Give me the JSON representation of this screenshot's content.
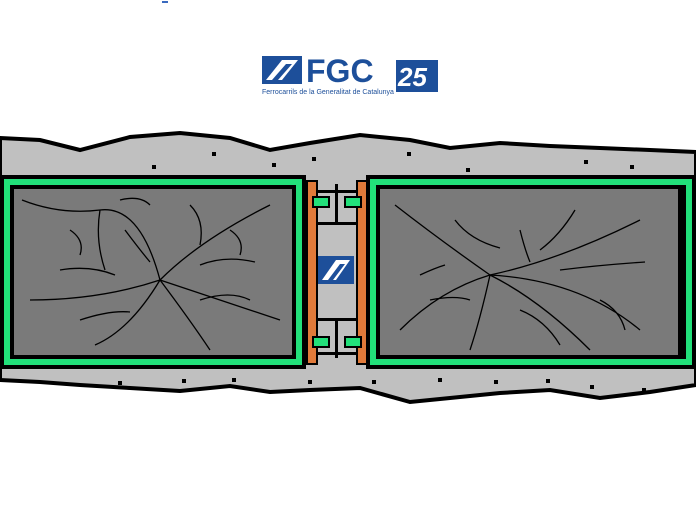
{
  "logo": {
    "wordmark": "FGC",
    "tagline": "Ferrocarrils de la Generalitat de Catalunya",
    "badge": "25",
    "emblem_icon": "fgc-emblem-icon"
  },
  "colors": {
    "background": "#ffffff",
    "ground": "#c0c0c0",
    "ground_outline": "#000000",
    "ballast_dot": "#000000",
    "wagon_frame": "#22e07a",
    "wagon_roof": "#7a7a7a",
    "crack": "#000000",
    "coupler_orange": "#e07a3a",
    "coupler_green": "#22e07a",
    "brand_blue": "#1d4f9a"
  },
  "scene": {
    "wagons": [
      {
        "name": "left-wagon"
      },
      {
        "name": "right-wagon"
      }
    ]
  }
}
